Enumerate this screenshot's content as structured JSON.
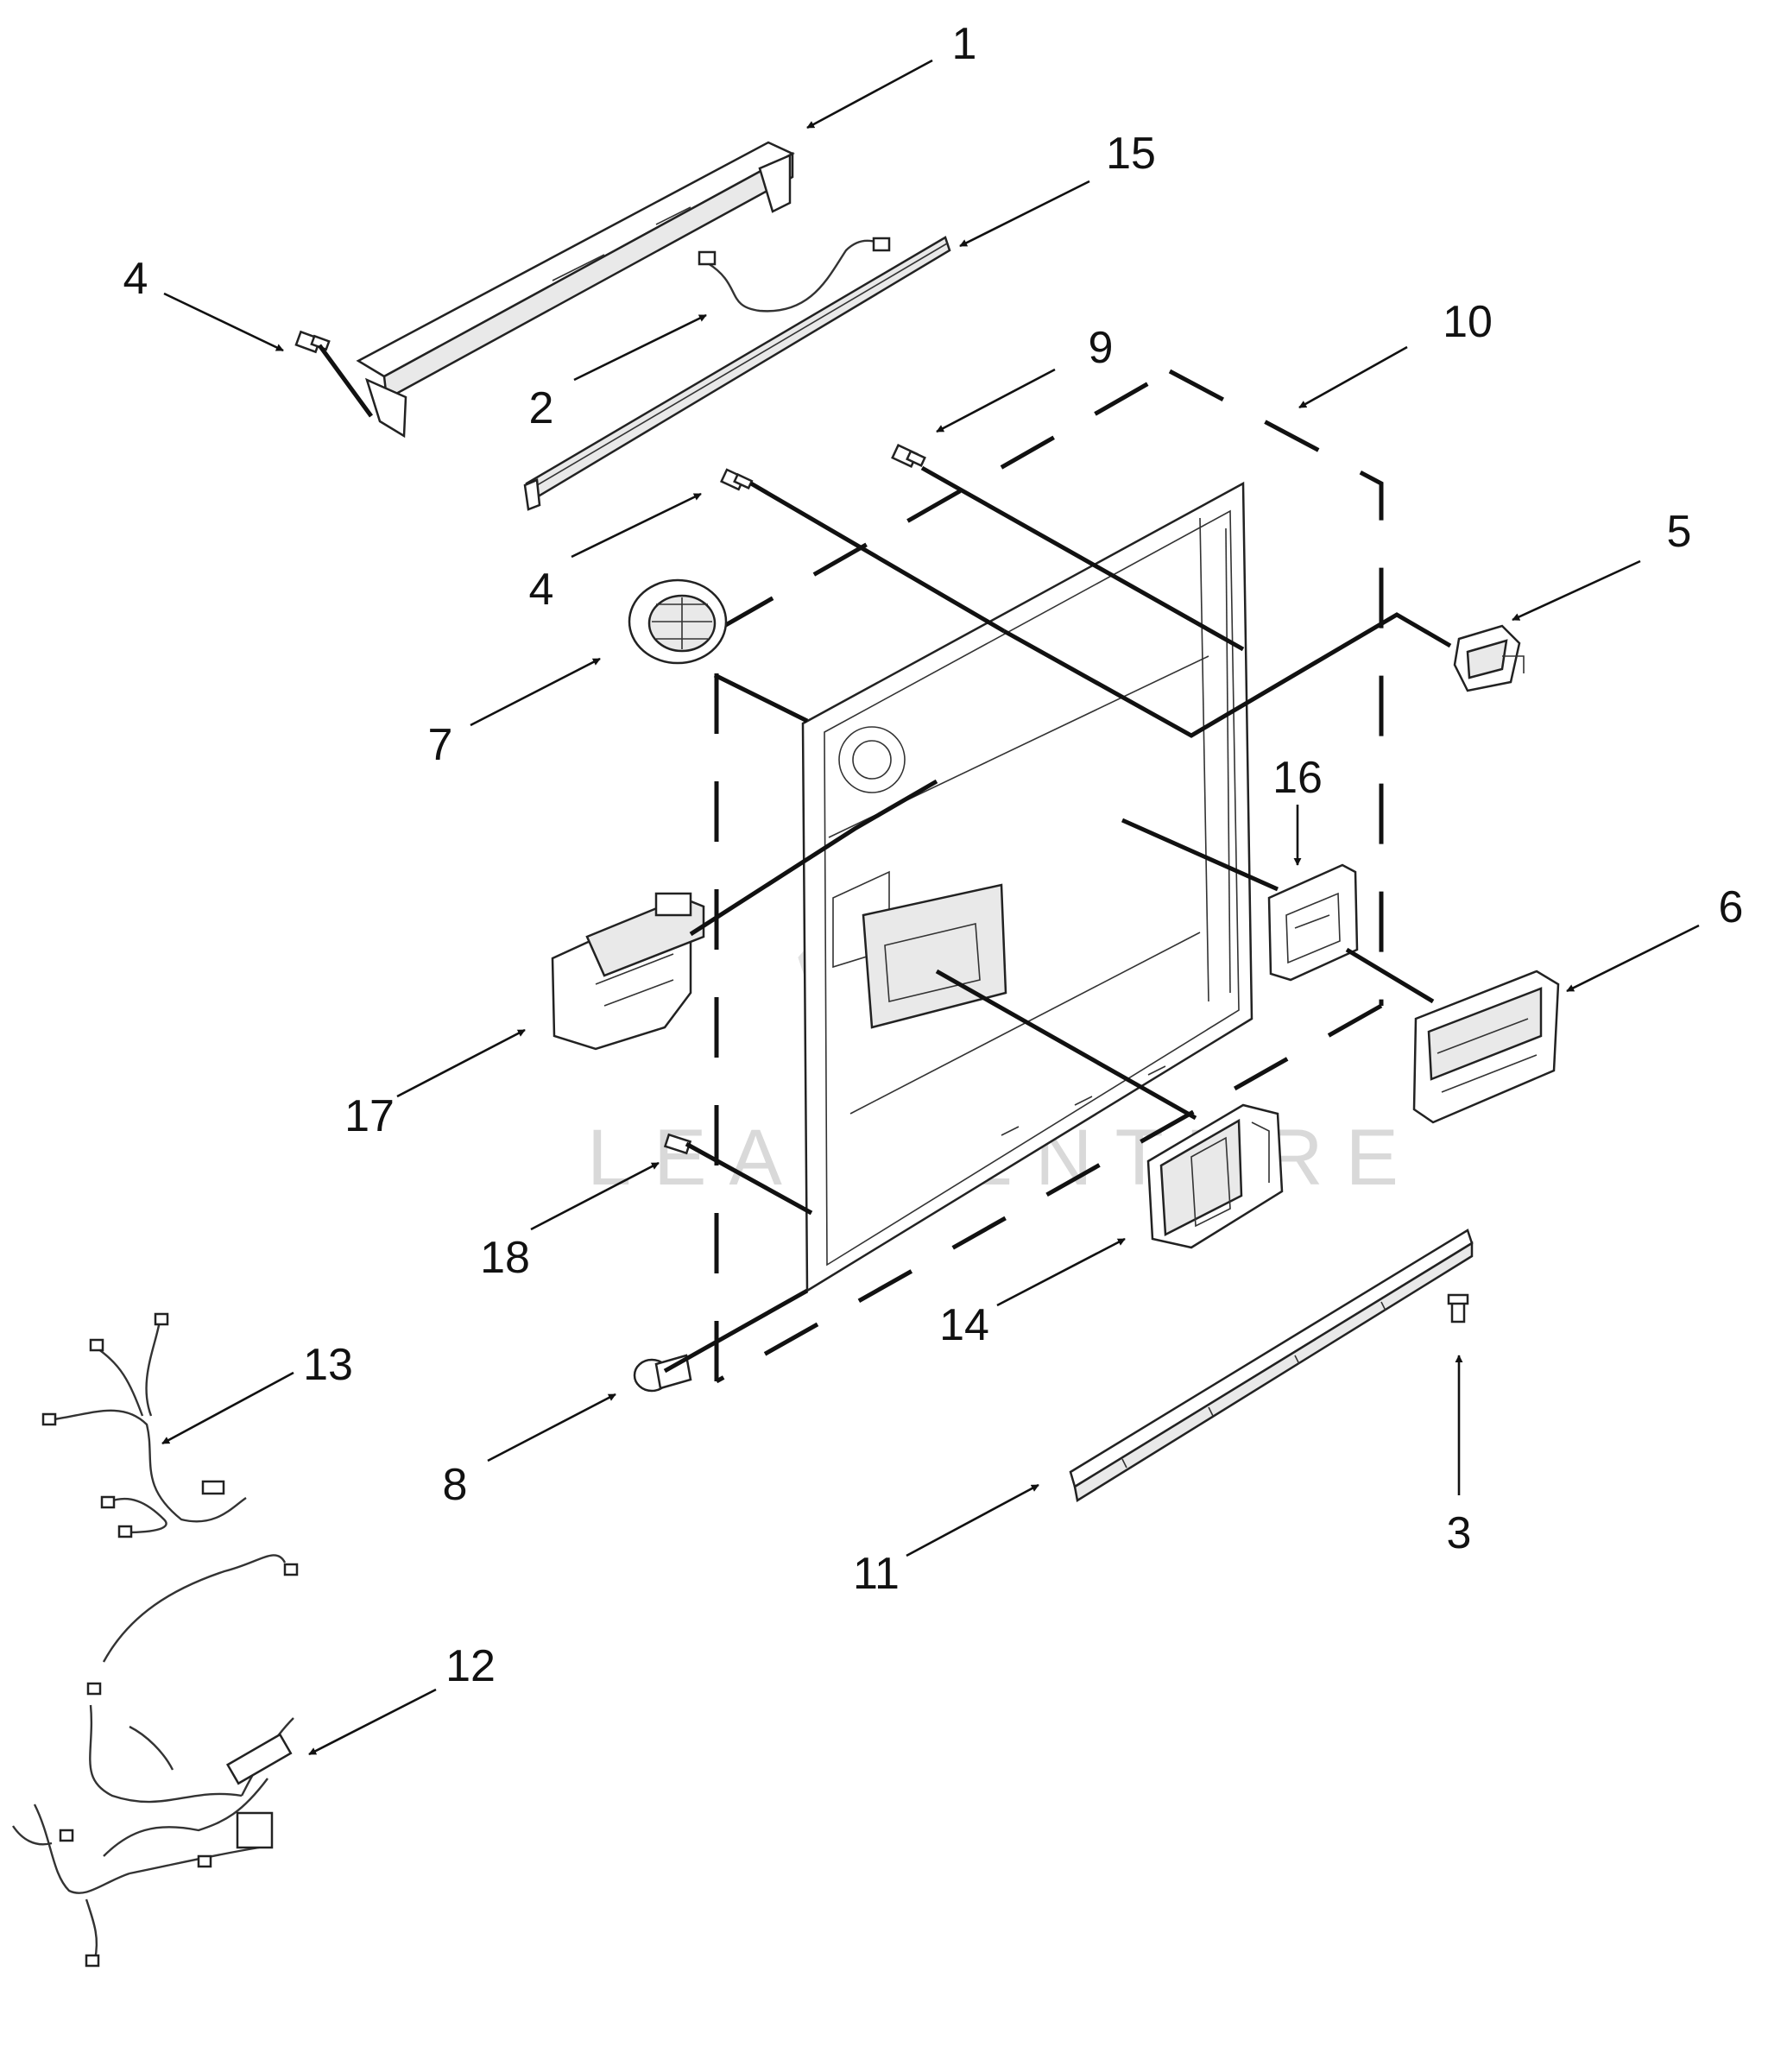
{
  "watermark": "LEADVENTURE",
  "callouts": [
    "1",
    "15",
    "4",
    "2",
    "9",
    "10",
    "4",
    "5",
    "7",
    "16",
    "6",
    "17",
    "18",
    "14",
    "13",
    "8",
    "3",
    "11",
    "12"
  ],
  "colors": {
    "ink": "#111111",
    "part_fill": "#ffffff",
    "part_shade": "#e9e9e9",
    "watermark": "#d9d9d9"
  }
}
